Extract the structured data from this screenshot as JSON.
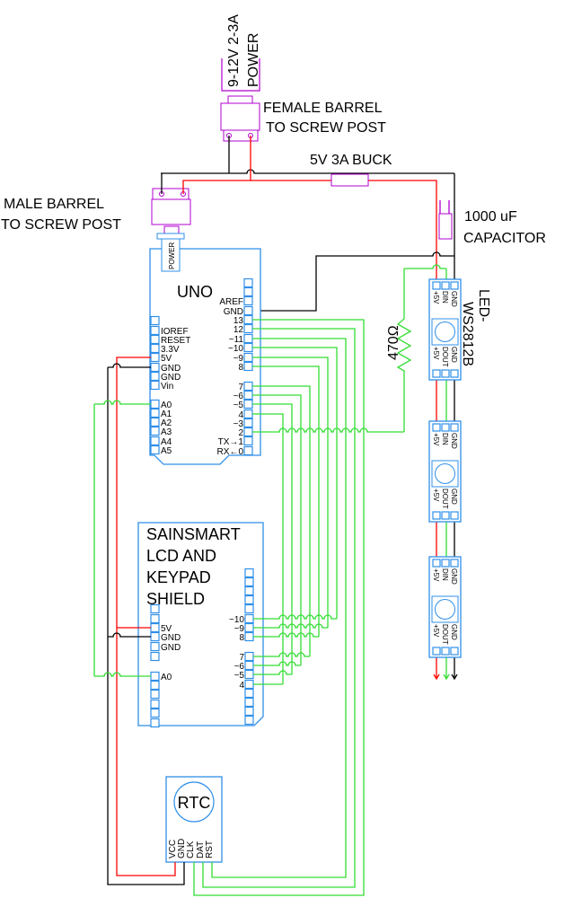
{
  "colors": {
    "board": "#2f8fe8",
    "connector": "#b000d0",
    "power": "#ff0000",
    "ground": "#000000",
    "signal": "#33dd33"
  },
  "power_supply": {
    "line1": "9-12V 2-3A",
    "line2": "POWER"
  },
  "female_barrel": {
    "line1": "FEMALE BARREL",
    "line2": "TO SCREW POST"
  },
  "male_barrel": {
    "line1": "MALE BARREL",
    "line2": "TO SCREW POST"
  },
  "buck": {
    "label": "5V 3A BUCK"
  },
  "capacitor": {
    "line1": "1000 uF",
    "line2": "CAPACITOR"
  },
  "resistor": {
    "label": "470Ω"
  },
  "led_strip": {
    "line1": "LED-",
    "line2": "WS2812B",
    "top_pins": [
      "+5V",
      "DIN",
      "GND"
    ],
    "bottom_pins": [
      "+5V",
      "DOUT",
      "GND"
    ]
  },
  "uno": {
    "title": "UNO",
    "power_jack": "POWER",
    "right_header_1": [
      "",
      "",
      "AREF",
      "GND",
      "13",
      "12",
      "~11",
      "~10",
      "~9",
      "8"
    ],
    "right_header_2": [
      "7",
      "~6",
      "~5",
      "4",
      "~3",
      "2",
      "TX→1",
      "RX←0"
    ],
    "left_header_power": [
      "",
      "IOREF",
      "RESET",
      "3.3V",
      "5V",
      "GND",
      "GND",
      "Vin"
    ],
    "left_header_analog": [
      "A0",
      "A1",
      "A2",
      "A3",
      "A4",
      "A5"
    ]
  },
  "shield": {
    "title": [
      "SAINSMART",
      "LCD AND",
      "KEYPAD",
      "SHIELD"
    ],
    "right_header_1": [
      "",
      "",
      "",
      "",
      "",
      "~10",
      "~9",
      "8"
    ],
    "right_header_2": [
      "7",
      "~6",
      "~5",
      "4",
      "",
      "",
      "",
      ""
    ],
    "left_header_power": [
      "",
      "",
      "5V",
      "GND",
      "GND",
      ""
    ],
    "left_header_analog": [
      "A0",
      "",
      "",
      "",
      "",
      ""
    ]
  },
  "rtc": {
    "title": "RTC",
    "pins": [
      "VCC",
      "GND",
      "CLK",
      "DAT",
      "RST"
    ]
  }
}
